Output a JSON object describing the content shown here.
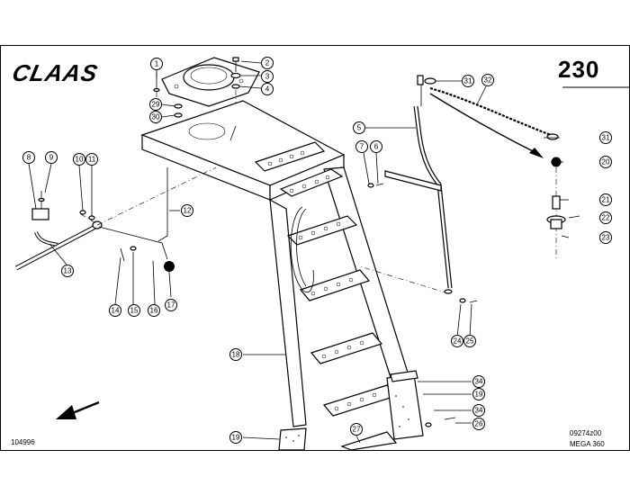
{
  "header": {
    "logo_text": "CLAAS",
    "page_number": "230"
  },
  "footer": {
    "left_ref": "104996",
    "right_ref_1": "09274z00",
    "right_ref_2": "MEGA 360"
  },
  "callouts": {
    "c1": "1",
    "c2": "2",
    "c3": "3",
    "c4": "4",
    "c5": "5",
    "c6": "6",
    "c7": "7",
    "c8": "8",
    "c9": "9",
    "c10": "10",
    "c11": "11",
    "c12": "12",
    "c13": "13",
    "c14": "14",
    "c15": "15",
    "c16": "16",
    "c17": "17",
    "c18": "18",
    "c19a": "19",
    "c19b": "19",
    "c20": "20",
    "c21": "21",
    "c22": "22",
    "c23": "23",
    "c24": "24",
    "c25": "25",
    "c26": "26",
    "c27": "27",
    "c29": "29",
    "c30": "30",
    "c31a": "31",
    "c31b": "31",
    "c32": "32",
    "c34a": "34",
    "c34b": "34"
  },
  "icons": {
    "direction": "arrow-icon",
    "logo": "claas-logo"
  }
}
